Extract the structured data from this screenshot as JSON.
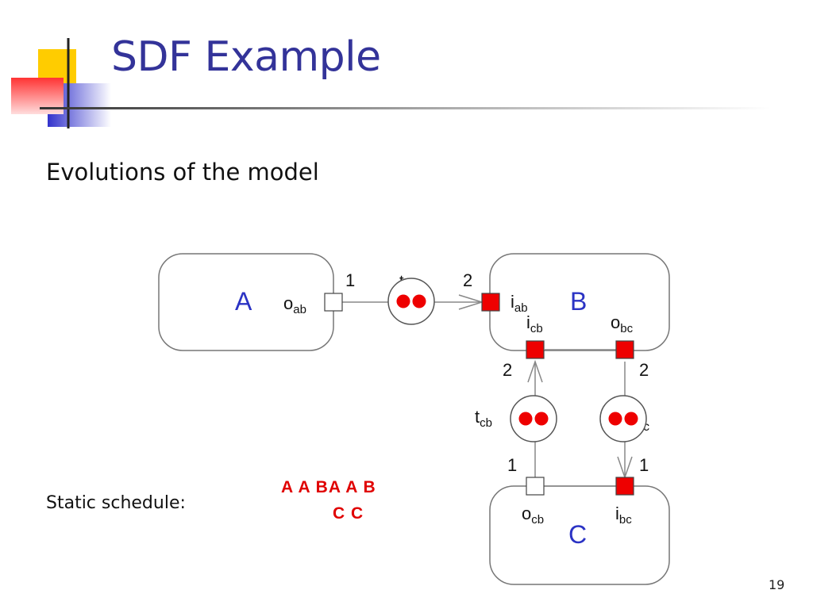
{
  "slide": {
    "title": "SDF Example",
    "subtitle": "Evolutions of the model",
    "schedule_label": "Static schedule:",
    "schedule_line1": "A A BA A B",
    "schedule_line2": "C C",
    "page_number": "19"
  },
  "diagram": {
    "actors": {
      "a": "A",
      "b": "B",
      "c": "C"
    },
    "ports": {
      "o_ab": {
        "base": "o",
        "sub": "ab"
      },
      "i_ab": {
        "base": "i",
        "sub": "ab"
      },
      "i_cb": {
        "base": "i",
        "sub": "cb"
      },
      "o_bc": {
        "base": "o",
        "sub": "bc"
      },
      "o_cb": {
        "base": "o",
        "sub": "cb"
      },
      "i_bc": {
        "base": "i",
        "sub": "bc"
      }
    },
    "channels": {
      "t_cb": {
        "base": "t",
        "sub": "cb"
      },
      "t_ab_fragment": "t",
      "t_bc_fragment": "c"
    },
    "rates": {
      "ab_produce": "1",
      "ab_consume": "2",
      "cb_consume": "2",
      "bc_produce": "2",
      "cb_produce": "1",
      "bc_consume": "1"
    },
    "tokens": {
      "ab": 2,
      "cb": 2,
      "bc": 2
    },
    "colors": {
      "actor_label": "#2b33c4",
      "port_filled": "#ee0000",
      "port_empty": "#ffffff",
      "token": "#ee0000",
      "line": "#888888",
      "title": "#333399",
      "schedule": "#e00000"
    }
  }
}
